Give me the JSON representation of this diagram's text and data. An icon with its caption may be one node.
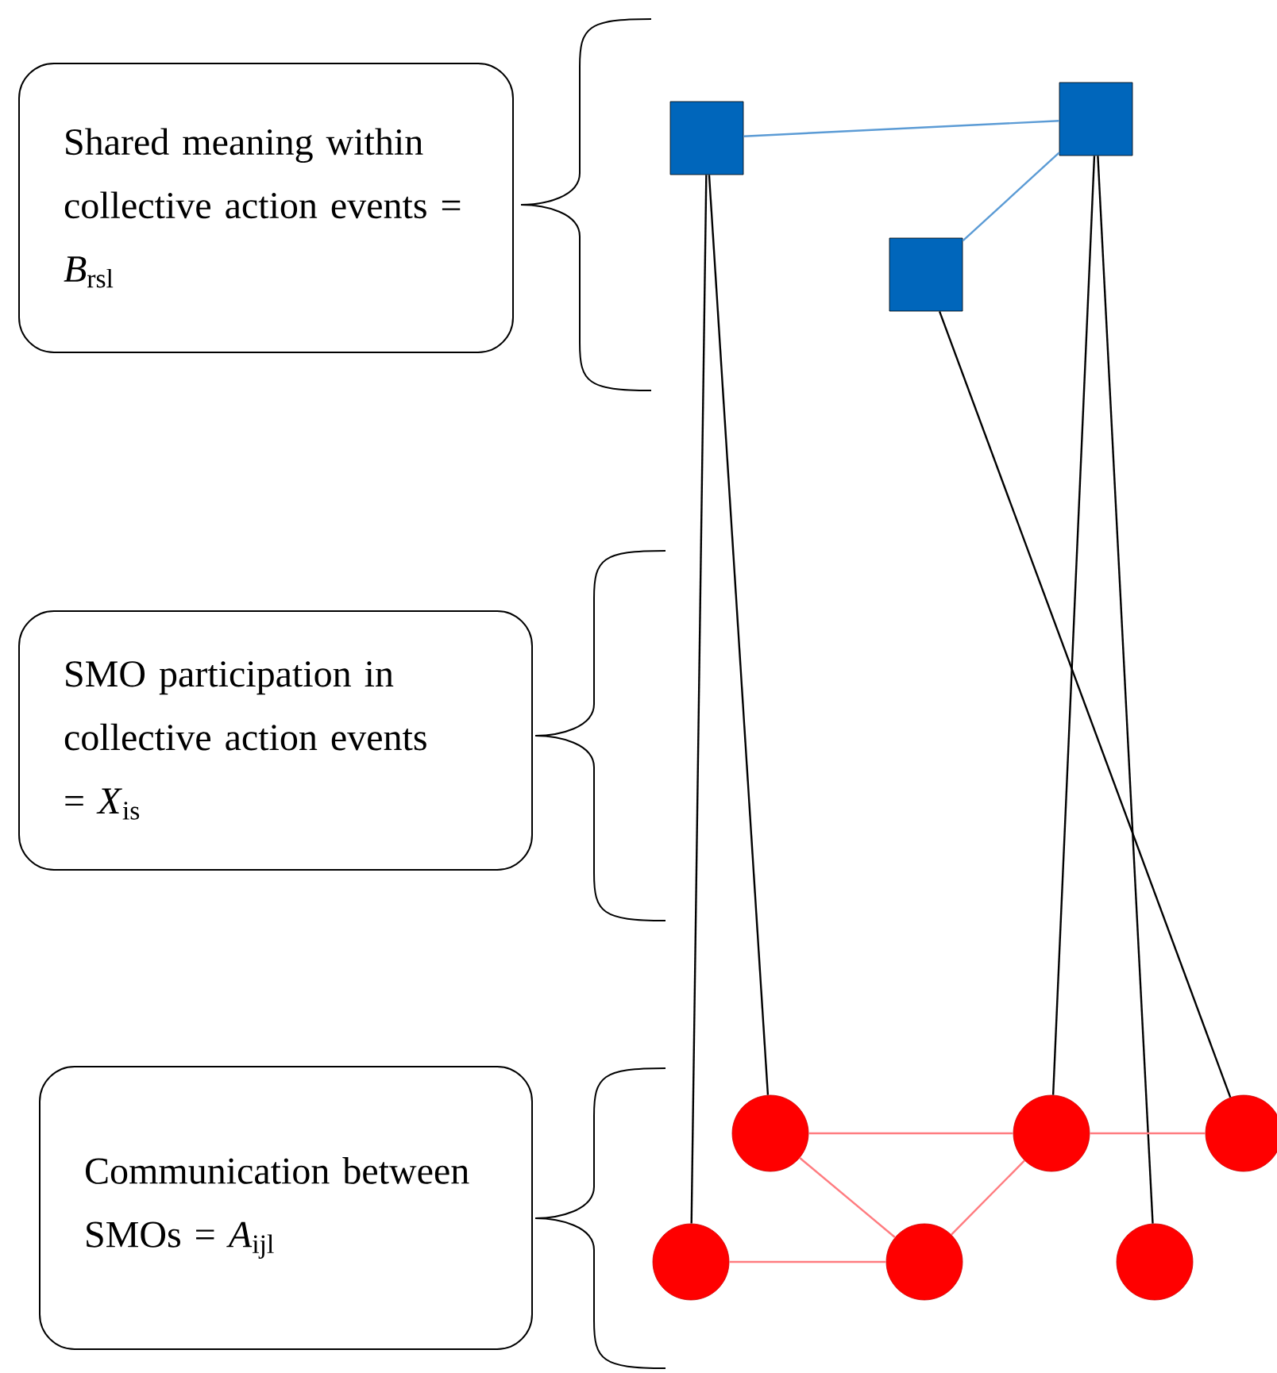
{
  "diagram": {
    "nodes": [
      {
        "text": [
          "Shared meaning within collective action events = *B*$_{rsl}$"
        ]
      },
      {
        "text": [
          "SMO participation in collective action events = *X*$_{is}$"
        ]
      },
      {
        "text": [
          "Communication between SMOs = *A*$_{ijl}$"
        ]
      },
      {
        "text": [],
        "shape": "box"
      },
      {
        "text": [],
        "shape": "box"
      },
      {
        "text": [],
        "shape": "box"
      },
      {
        "text": [],
        "shape": "circle"
      },
      {
        "text": [],
        "shape": "circle"
      },
      {
        "text": [],
        "shape": "circle"
      },
      {
        "text": [],
        "shape": "circle"
      },
      {
        "text": [],
        "shape": "circle"
      },
      {
        "text": [],
        "shape": "circle"
      }
    ],
    "edges": [
      {
        "from": 3,
        "to": 4,
        "arrow": "none",
        "color": "#5b9bd5"
      },
      {
        "from": 5,
        "to": 4,
        "arrow": "none",
        "color": "#5b9bd5"
      },
      {
        "from": 3,
        "to": 9,
        "arrow": "none"
      },
      {
        "from": 3,
        "to": 6,
        "arrow": "none"
      },
      {
        "from": 4,
        "to": 7,
        "arrow": "none"
      },
      {
        "from": 4,
        "to": 11,
        "arrow": "none"
      },
      {
        "from": 5,
        "to": 8,
        "arrow": "none"
      },
      {
        "from": 6,
        "to": 7,
        "arrow": "none",
        "color": "#ff7c80"
      },
      {
        "from": 7,
        "to": 8,
        "arrow": "none",
        "color": "#ff7c80"
      },
      {
        "from": 6,
        "to": 10,
        "arrow": "none",
        "color": "#ff7c80"
      },
      {
        "from": 9,
        "to": 10,
        "arrow": "none",
        "color": "#ff7c80"
      },
      {
        "from": 10,
        "to": 7,
        "arrow": "none",
        "color": "#ff7c80"
      }
    ]
  }
}
